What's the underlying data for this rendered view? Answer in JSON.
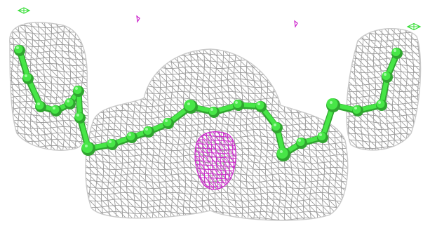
{
  "scene": {
    "background_color": "#ffffff",
    "mesh_color": "#8a8a8a",
    "mesh_highlight_color": "#c9c9c9",
    "molecule_color": "#47e647",
    "molecule_shadow_color": "#2fa52f",
    "difference_density_color": "#cc22cc",
    "positive_density_color": "#33dd33",
    "contents": [
      "grey-wireframe-electron-density-mesh",
      "green-ball-and-stick-ligand-chain",
      "magenta-wireframe-density-blob",
      "small-green-density-fragments",
      "small-magenta-density-specks"
    ]
  }
}
